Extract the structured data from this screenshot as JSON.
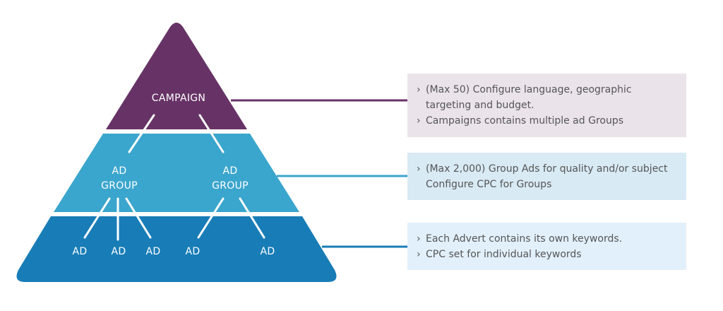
{
  "colors": {
    "campaign": "#673366",
    "ad_group": "#3ba6cd",
    "ad": "#187db7",
    "box_campaign": "#ebe3ea",
    "box_ad_group": "#d8eaf4",
    "box_ad": "#e2f0fb",
    "text": "#555555"
  },
  "pyramid": {
    "campaign_label": "CAMPAIGN",
    "ad_groups": [
      {
        "line1": "AD",
        "line2": "GROUP"
      },
      {
        "line1": "AD",
        "line2": "GROUP"
      }
    ],
    "ads": [
      "AD",
      "AD",
      "AD",
      "AD",
      "AD"
    ]
  },
  "descriptions": [
    {
      "level": "campaign",
      "bullets": [
        "(Max 50) Configure language, geographic targeting and budget.",
        "Campaigns contains multiple ad Groups"
      ]
    },
    {
      "level": "ad_group",
      "bullets": [
        "(Max 2,000) Group Ads for quality and/or subject Configure CPC for Groups"
      ]
    },
    {
      "level": "ad",
      "bullets": [
        "Each Advert contains its own keywords.",
        "CPC set for individual keywords"
      ]
    }
  ],
  "bullet_glyph": "›"
}
